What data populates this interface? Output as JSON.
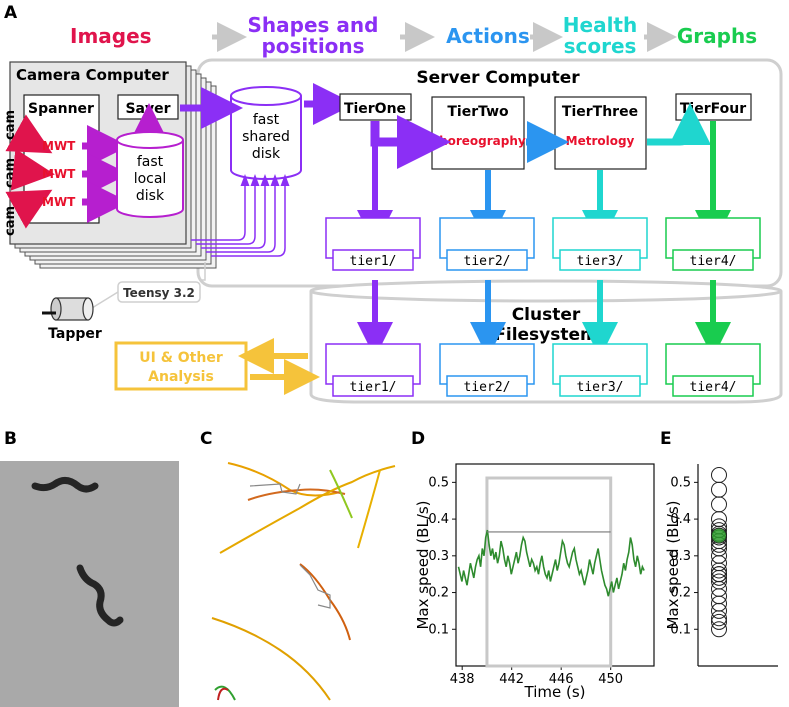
{
  "panels": {
    "a": "A",
    "b": "B",
    "c": "C",
    "d": "D",
    "e": "E"
  },
  "stages": [
    "Images",
    "Shapes and",
    "positions",
    "Actions",
    "Health",
    "scores",
    "Graphs"
  ],
  "colors": {
    "images": "#e0144c",
    "shapes": "#8b2ff5",
    "actions": "#2b95f0",
    "health": "#1fd6cf",
    "graphs": "#19cc4f",
    "ui": "#f5c33b",
    "mwt": "#b61fcf",
    "grey": "#cccccc"
  },
  "camera": {
    "title": "Camera Computer",
    "spanner": "Spanner",
    "saver": "Saver",
    "cam": "cam",
    "mwt": "MWT",
    "local_disk": [
      "fast",
      "local",
      "disk"
    ]
  },
  "shared_disk": [
    "fast",
    "shared",
    "disk"
  ],
  "server": {
    "title": "Server Computer",
    "tiers": [
      "TierOne",
      "TierTwo",
      "TierThree",
      "TierFour"
    ],
    "choreography": "Choreography",
    "metrology": "Metrology",
    "dirs": [
      "tier1/",
      "tier2/",
      "tier3/",
      "tier4/"
    ]
  },
  "teensy": "Teensy 3.2",
  "tapper": "Tapper",
  "cluster": [
    "Cluster",
    "Filesystem"
  ],
  "ui_box": [
    "UI & Other",
    "Analysis"
  ],
  "chart_d": {
    "type": "line",
    "ylabel": "Max speed (BL/s)",
    "xlabel": "Time (s)",
    "xticks": [
      438,
      442,
      446,
      450
    ],
    "yticks": [
      0.1,
      0.2,
      0.3,
      0.4,
      0.5
    ],
    "xlim": [
      437.5,
      453.5
    ],
    "ylim": [
      0.0,
      0.55
    ],
    "window": [
      440,
      450
    ],
    "threshold": 0.365,
    "values": [
      0.27,
      0.25,
      0.23,
      0.26,
      0.24,
      0.22,
      0.25,
      0.28,
      0.26,
      0.24,
      0.27,
      0.29,
      0.3,
      0.27,
      0.32,
      0.3,
      0.35,
      0.37,
      0.33,
      0.3,
      0.32,
      0.29,
      0.31,
      0.28,
      0.3,
      0.34,
      0.32,
      0.29,
      0.27,
      0.3,
      0.28,
      0.25,
      0.27,
      0.29,
      0.31,
      0.28,
      0.3,
      0.33,
      0.35,
      0.34,
      0.31,
      0.29,
      0.27,
      0.29,
      0.28,
      0.26,
      0.27,
      0.25,
      0.28,
      0.3,
      0.27,
      0.25,
      0.24,
      0.26,
      0.23,
      0.25,
      0.27,
      0.29,
      0.26,
      0.28,
      0.31,
      0.34,
      0.33,
      0.3,
      0.28,
      0.27,
      0.29,
      0.31,
      0.32,
      0.29,
      0.27,
      0.25,
      0.26,
      0.24,
      0.22,
      0.24,
      0.26,
      0.29,
      0.27,
      0.25,
      0.28,
      0.3,
      0.32,
      0.29,
      0.26,
      0.24,
      0.22,
      0.21,
      0.19,
      0.21,
      0.23,
      0.2,
      0.22,
      0.24,
      0.21,
      0.23,
      0.25,
      0.28,
      0.26,
      0.29,
      0.31,
      0.35,
      0.33,
      0.29,
      0.27,
      0.3,
      0.28,
      0.25,
      0.27,
      0.26
    ]
  },
  "chart_e": {
    "type": "scatter",
    "ylabel": "Max speed (BL/s)",
    "yticks": [
      0.1,
      0.2,
      0.3,
      0.4,
      0.5
    ],
    "ylim": [
      0.0,
      0.55
    ],
    "values": [
      0.52,
      0.48,
      0.44,
      0.4,
      0.38,
      0.37,
      0.36,
      0.35,
      0.34,
      0.33,
      0.32,
      0.3,
      0.28,
      0.26,
      0.25,
      0.25,
      0.24,
      0.23,
      0.21,
      0.19,
      0.17,
      0.15,
      0.13,
      0.12,
      0.1
    ],
    "highlight": 0.355
  }
}
